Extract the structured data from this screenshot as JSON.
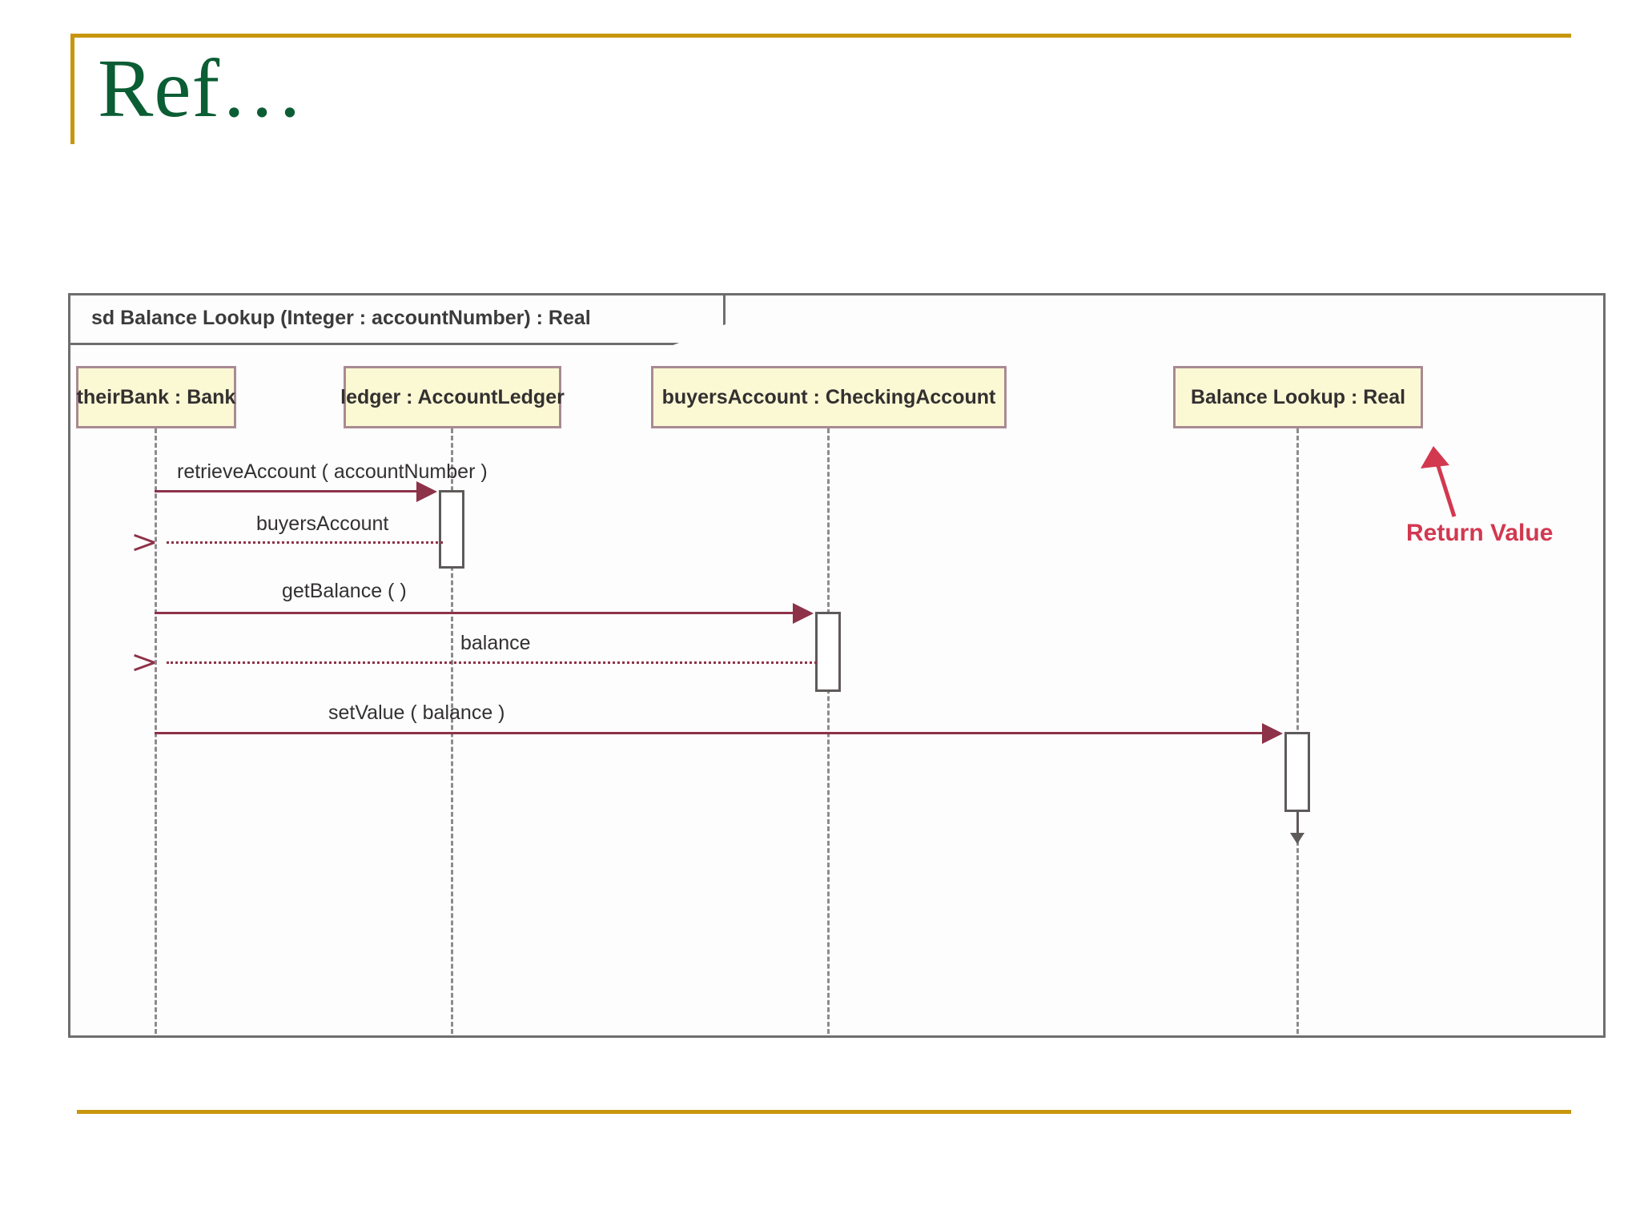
{
  "slide": {
    "title": "Ref…",
    "accent_color": "#c8960c",
    "title_color": "#0b5d34"
  },
  "diagram": {
    "type": "uml-sequence-diagram",
    "frame_label": "sd Balance Lookup (Integer : accountNumber) : Real",
    "frame_border_color": "#6e6e6e",
    "lifeline_fill": "#fbf8d4",
    "lifeline_border": "#a98a92",
    "message_color": "#8d3249",
    "annotation_color": "#d2384f",
    "lifelines": [
      {
        "label": "theirBank : Bank"
      },
      {
        "label": "ledger : AccountLedger"
      },
      {
        "label": "buyersAccount : CheckingAccount"
      },
      {
        "label": "Balance Lookup : Real"
      }
    ],
    "messages": [
      {
        "label": "retrieveAccount ( accountNumber )",
        "from": "theirBank : Bank",
        "to": "ledger : AccountLedger",
        "kind": "call",
        "line": "solid",
        "arrowhead": "filled"
      },
      {
        "label": "buyersAccount",
        "from": "ledger : AccountLedger",
        "to": "theirBank : Bank",
        "kind": "return",
        "line": "dotted",
        "arrowhead": "open"
      },
      {
        "label": "getBalance ( )",
        "from": "theirBank : Bank",
        "to": "buyersAccount : CheckingAccount",
        "kind": "call",
        "line": "solid",
        "arrowhead": "filled"
      },
      {
        "label": "balance",
        "from": "buyersAccount : CheckingAccount",
        "to": "theirBank : Bank",
        "kind": "return",
        "line": "dotted",
        "arrowhead": "open"
      },
      {
        "label": "setValue ( balance )",
        "from": "theirBank : Bank",
        "to": "Balance Lookup : Real",
        "kind": "call",
        "line": "solid",
        "arrowhead": "filled"
      }
    ],
    "annotations": [
      {
        "label": "Return Value",
        "points_to": "Balance Lookup : Real",
        "color": "#d2384f"
      }
    ]
  }
}
